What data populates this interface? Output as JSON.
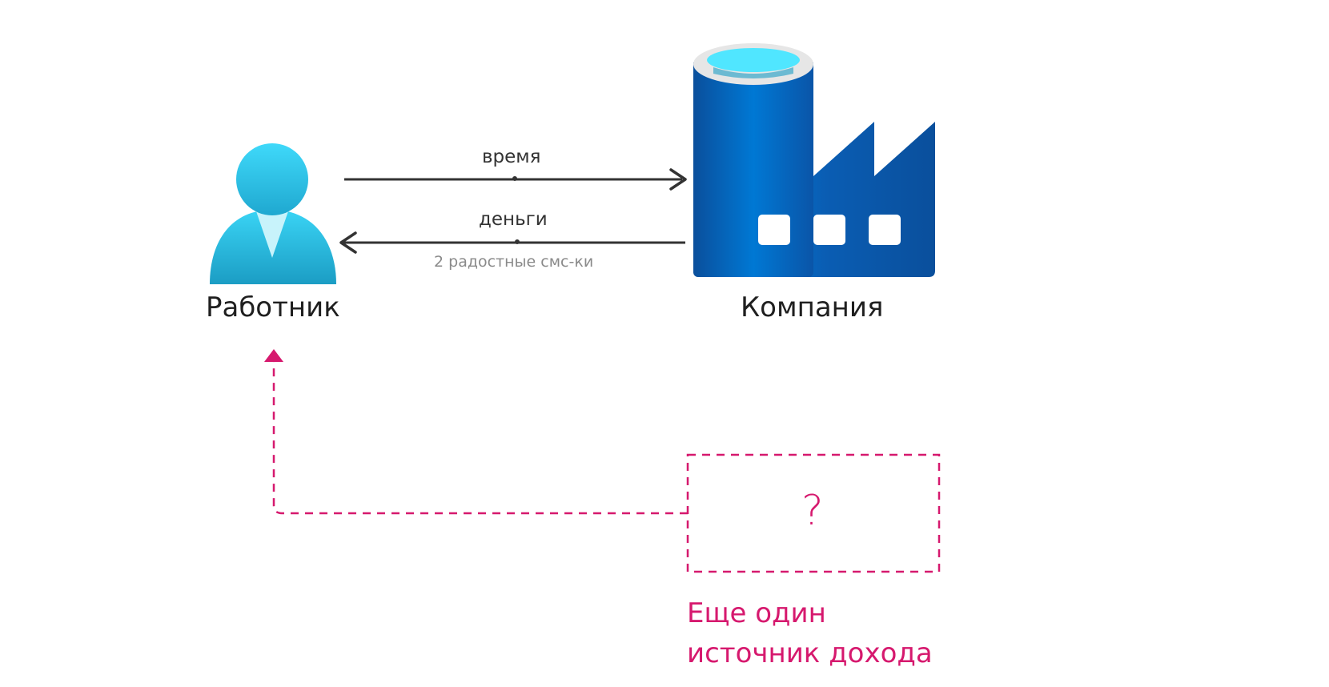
{
  "nodes": {
    "worker": {
      "label": "Работник"
    },
    "company": {
      "label": "Компания"
    },
    "unknown": {
      "symbol": "?"
    }
  },
  "edges": {
    "time": {
      "label": "время"
    },
    "money": {
      "label": "деньги",
      "sublabel": "2 радостные смс-ки"
    }
  },
  "caption": {
    "line1": "Еще один",
    "line2": "источник дохода"
  },
  "colors": {
    "accent": "#d6196e",
    "arrow": "#333333",
    "person_top": "#3ad4f5",
    "person_bottom": "#1b9dc4",
    "factory_dark": "#0a4f9c",
    "factory_mid": "#0078d4",
    "factory_top_rim": "#e6e6e6",
    "factory_top_inner": "#50e6ff"
  },
  "icons": {
    "worker": "person-icon",
    "company": "factory-icon"
  }
}
